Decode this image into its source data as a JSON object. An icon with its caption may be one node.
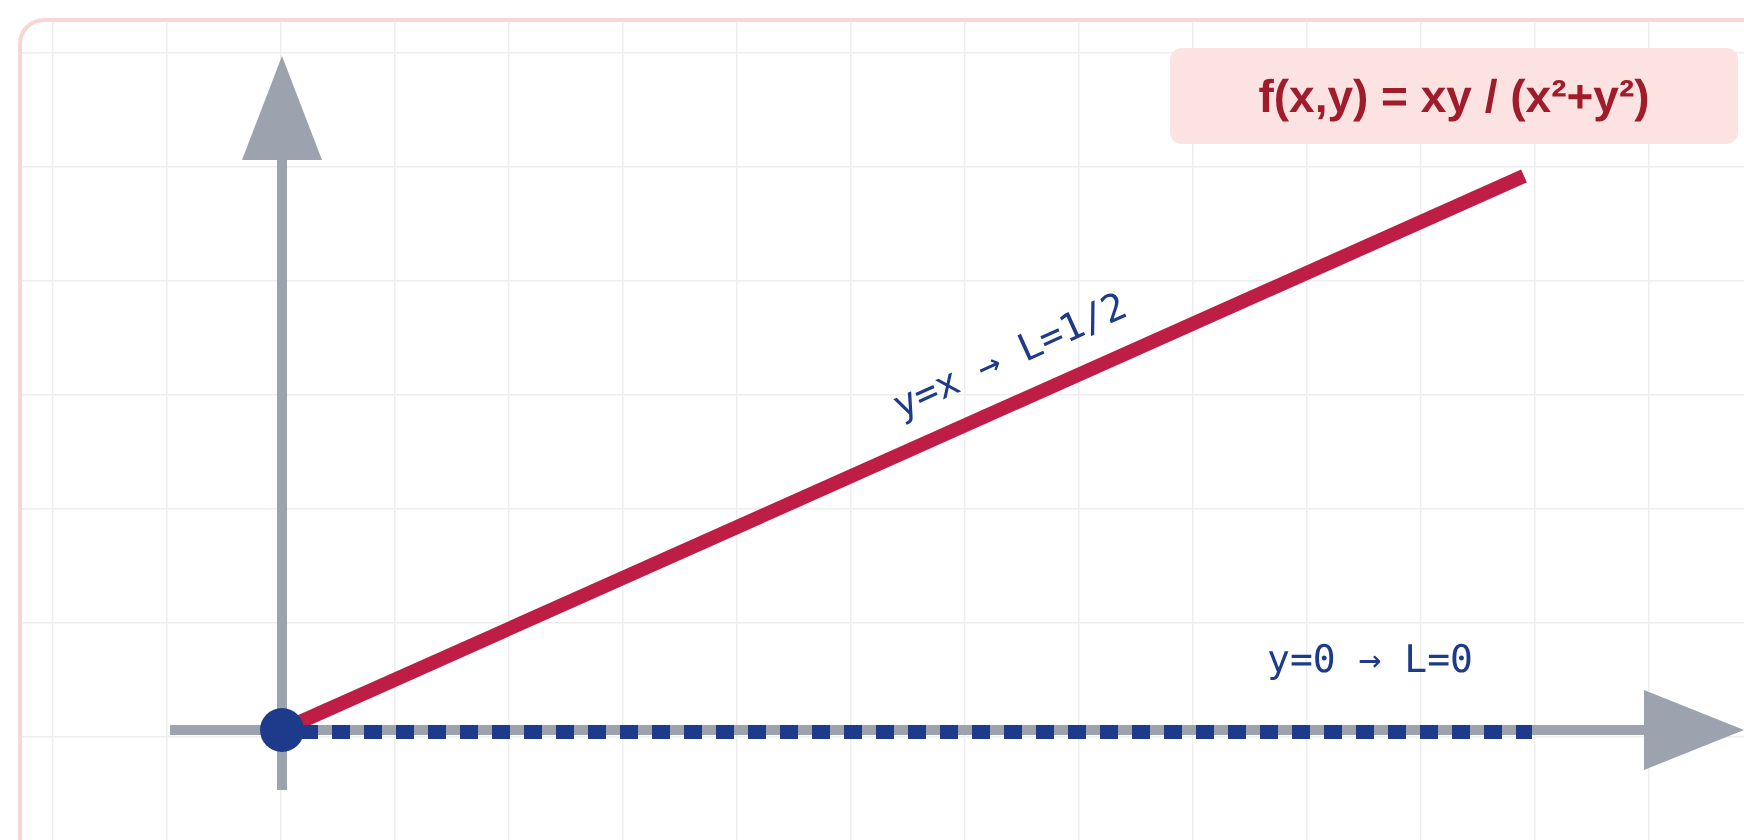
{
  "diagram": {
    "nodes": [
      {
        "text": [
          "f(x,y) = xy / (x²+y²)"
        ]
      },
      {
        "text": [],
        "shape": "circle"
      }
    ],
    "labels": [
      "y=x → L=1/2",
      "y=0 → L=0"
    ]
  }
}
